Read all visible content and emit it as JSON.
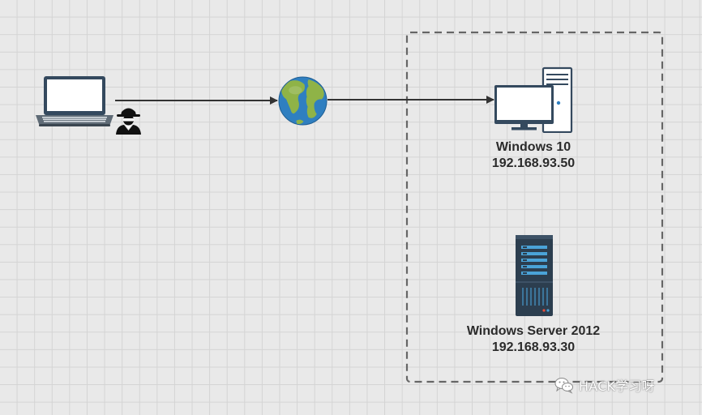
{
  "nodes": {
    "win10": {
      "name": "Windows 10",
      "ip": "192.168.93.50"
    },
    "server2012": {
      "name": "Windows Server 2012",
      "ip": "192.168.93.30"
    }
  },
  "watermark": {
    "text": "HACK学习呀"
  },
  "colors": {
    "arrow": "#333333",
    "dashed_border": "#666666",
    "server_body": "#2c3e4f",
    "server_accent": "#4aa3d8"
  }
}
